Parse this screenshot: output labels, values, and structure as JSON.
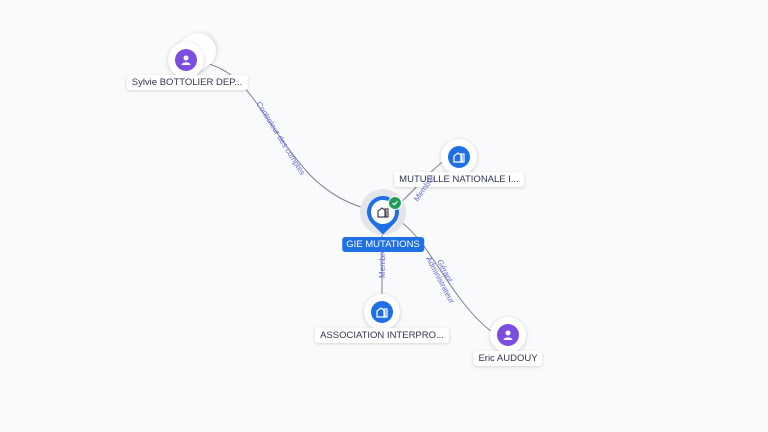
{
  "graph": {
    "center": {
      "label": "GIE MUTATIONS",
      "icon": "building-icon",
      "verified": true
    },
    "nodes": [
      {
        "label": "Sylvie BOTTOLIER DEP...",
        "type": "person",
        "icon": "person-icon"
      },
      {
        "label": "MUTUELLE NATIONALE I...",
        "type": "company",
        "icon": "building-icon"
      },
      {
        "label": "ASSOCIATION INTERPRO...",
        "type": "company",
        "icon": "building-icon"
      },
      {
        "label": "Eric AUDOUY",
        "type": "person",
        "icon": "person-icon"
      }
    ],
    "edges": [
      {
        "label": "Controleur des comptes"
      },
      {
        "label": "Membre"
      },
      {
        "label": "Membre"
      },
      {
        "label": "Gérant"
      },
      {
        "label": "Administrateur"
      }
    ]
  },
  "colors": {
    "company": "#1f6fe5",
    "person": "#7b4de0",
    "edge_label": "#6a6ad8",
    "verified": "#1e9c58"
  }
}
